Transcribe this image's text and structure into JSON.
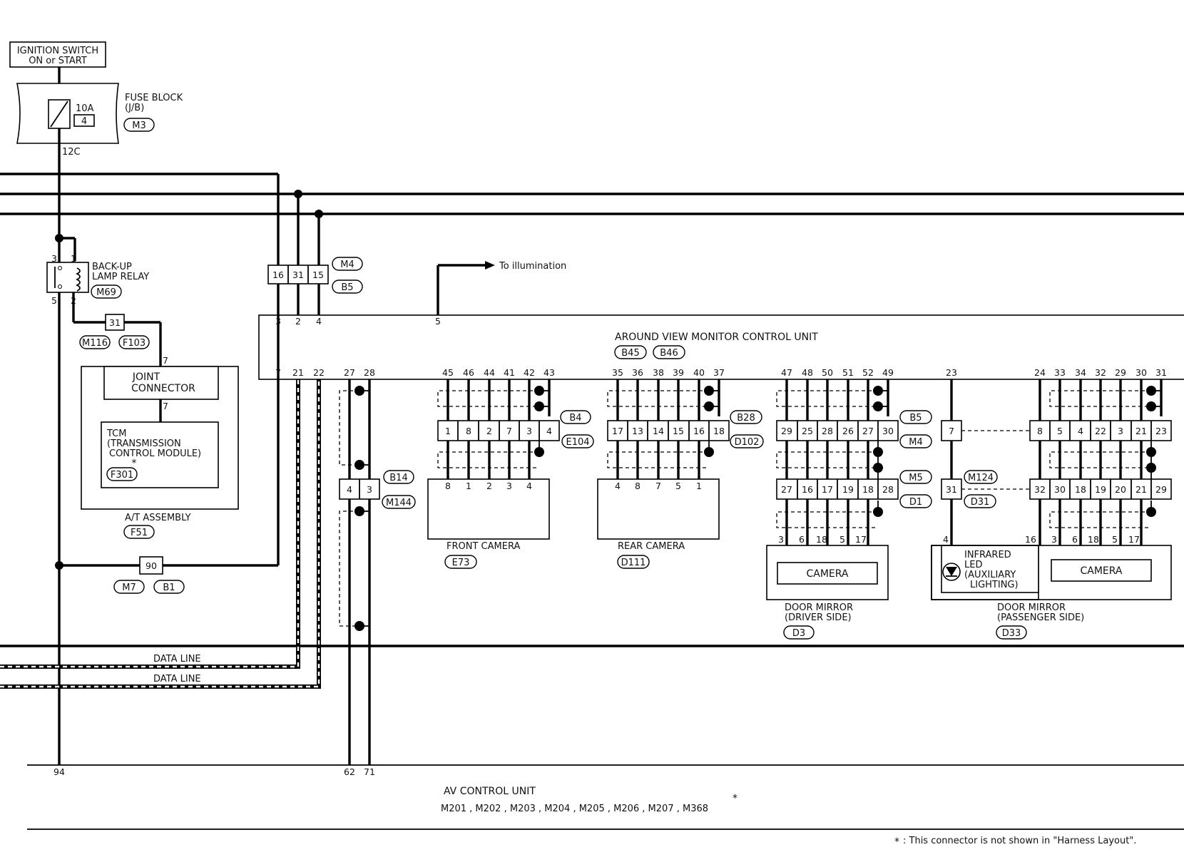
{
  "labels": {
    "ignition_line1": "IGNITION SWITCH",
    "ignition_line2": "ON or START",
    "fuse_block_line1": "FUSE BLOCK",
    "fuse_block_line2": "(J/B)",
    "fuse_rating": "10A",
    "fuse_number": "4",
    "fuse_block_connector": "M3",
    "fuse_out_terminal": "12C",
    "relay_line1": "BACK-UP",
    "relay_line2": "LAMP RELAY",
    "relay_connector": "M69",
    "joint_line1": "JOINT",
    "joint_line2": "CONNECTOR",
    "tcm_line1": "TCM",
    "tcm_line2": "(TRANSMISSION",
    "tcm_line3": "CONTROL MODULE)",
    "tcm_connector": "F301",
    "at_assembly": "A/T ASSEMBLY",
    "at_connector": "F51",
    "to_illumination": "To illumination",
    "avm_title": "AROUND VIEW MONITOR CONTROL UNIT",
    "front_camera": "FRONT CAMERA",
    "front_camera_connector": "E73",
    "rear_camera": "REAR CAMERA",
    "rear_camera_connector": "D111",
    "camera": "CAMERA",
    "door_mirror": "DOOR MIRROR",
    "driver_side": "(DRIVER SIDE)",
    "driver_connector": "D3",
    "passenger_side": "(PASSENGER SIDE)",
    "passenger_connector": "D33",
    "infrared_line1": "INFRARED",
    "infrared_line2": "LED",
    "infrared_line3": "(AUXILIARY",
    "infrared_line4": "LIGHTING)",
    "data_line": "DATA LINE",
    "av_control_unit": "AV CONTROL UNIT",
    "av_connector_list": "M201 , M202 , M203 , M204 , M205 , M206 , M207 , M368",
    "footnote": ": This connector is not shown in \"Harness Layout\".",
    "asterisk": "*"
  },
  "connectors": {
    "m116": "M116",
    "f103": "F103",
    "m4": "M4",
    "b5": "B5",
    "b45": "B45",
    "b46": "B46",
    "b4": "B4",
    "e104": "E104",
    "b28": "B28",
    "d102": "D102",
    "m5": "M5",
    "d1": "D1",
    "m124": "M124",
    "d31": "D31",
    "b14": "B14",
    "m144": "M144",
    "m7": "M7",
    "b1": "B1"
  },
  "pins": {
    "relay": [
      "3",
      "1",
      "5",
      "2"
    ],
    "junction_31": "31",
    "joint_7_top": "7",
    "joint_7_bottom": "7",
    "harness_b5": [
      "16",
      "31",
      "15"
    ],
    "avm_top": [
      "3",
      "2",
      "4",
      "5"
    ],
    "avm_bottom_left": [
      "7",
      "21",
      "22",
      "27",
      "28"
    ],
    "front_avm": [
      "45",
      "46",
      "44",
      "41",
      "42",
      "43"
    ],
    "front_mid": [
      "1",
      "8",
      "2",
      "7",
      "3",
      "4"
    ],
    "front_cam": [
      "8",
      "1",
      "2",
      "3",
      "4"
    ],
    "rear_avm": [
      "35",
      "36",
      "38",
      "39",
      "40",
      "37"
    ],
    "rear_mid": [
      "17",
      "13",
      "14",
      "15",
      "16",
      "18"
    ],
    "rear_cam": [
      "4",
      "8",
      "7",
      "5",
      "1"
    ],
    "driver_avm": [
      "47",
      "48",
      "50",
      "51",
      "52",
      "49"
    ],
    "driver_mid1": [
      "29",
      "25",
      "28",
      "26",
      "27",
      "30"
    ],
    "driver_mid2": [
      "27",
      "16",
      "17",
      "19",
      "18",
      "28"
    ],
    "driver_cam": [
      "3",
      "6",
      "18",
      "5",
      "17"
    ],
    "ir_avm": "23",
    "ir_mid1": "7",
    "ir_mid2": "31",
    "ir_bottom": "4",
    "pass_avm": [
      "24",
      "33",
      "34",
      "32",
      "29",
      "30",
      "31"
    ],
    "pass_mid1": [
      "8",
      "5",
      "4",
      "22",
      "3",
      "21",
      "23"
    ],
    "pass_mid2": [
      "32",
      "30",
      "18",
      "19",
      "20",
      "21",
      "29"
    ],
    "pass_bottom": [
      "16",
      "3",
      "6",
      "18",
      "5",
      "17"
    ],
    "b14_pins": [
      "4",
      "3"
    ],
    "b1_pin": "90",
    "av_pins": [
      "94",
      "62",
      "71"
    ]
  }
}
